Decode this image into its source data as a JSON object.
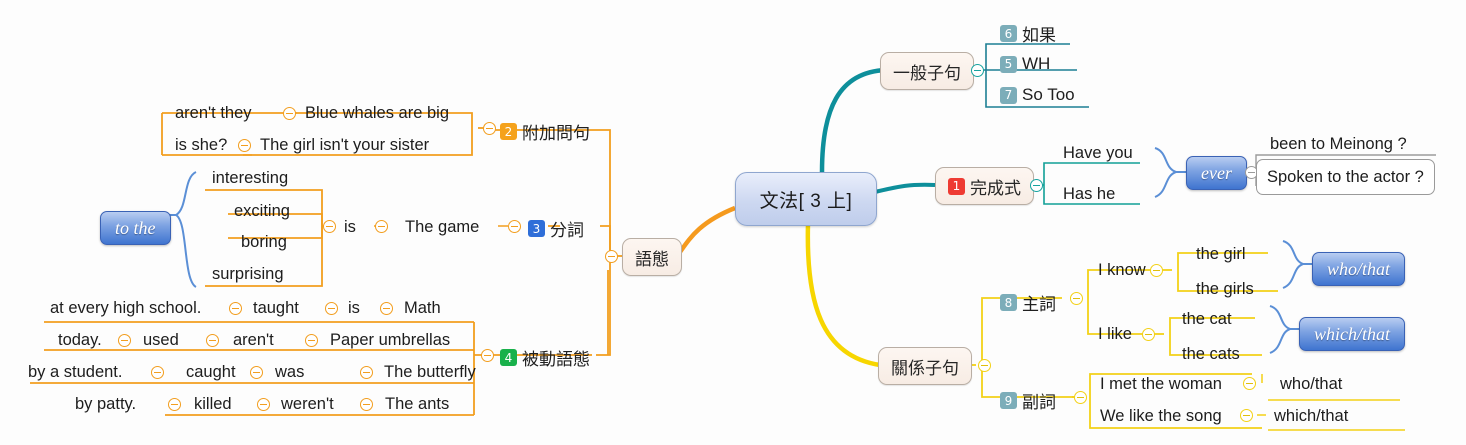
{
  "central": {
    "label": "文法[ 3 上]"
  },
  "colors": {
    "branch_teal": "#0e8f9b",
    "branch_orange": "#f59a1e",
    "branch_yellow": "#f7d600",
    "badge_red": "#ee3b33",
    "badge_orange": "#f5a21c",
    "badge_blue": "#2f6ed8",
    "badge_green": "#19b14b",
    "badge_teal": "#7cadb9",
    "pill_blue": "#3f74d0",
    "brace_blue": "#5b8fd6",
    "node_beige": "#f7ece4"
  },
  "branches": {
    "general_clause": {
      "label": "一般子句",
      "children": [
        {
          "num": "6",
          "label": "如果"
        },
        {
          "num": "5",
          "label": "WH"
        },
        {
          "num": "7",
          "label": "So Too"
        }
      ]
    },
    "perfect": {
      "num": "1",
      "label": "完成式",
      "subjects": [
        "Have you",
        "Has he"
      ],
      "connector": "ever",
      "predicates": [
        "been to Meinong ?",
        "Spoken to the actor ?"
      ]
    },
    "relative_clause": {
      "label": "關係子句",
      "subject": {
        "num": "8",
        "label": "主詞",
        "groups": [
          {
            "lead": "I know",
            "nouns": [
              "the girl",
              "the girls"
            ],
            "pronoun": "who/that"
          },
          {
            "lead": "I like",
            "nouns": [
              "the cat",
              "the cats"
            ],
            "pronoun": "which/that"
          }
        ]
      },
      "adverb": {
        "num": "9",
        "label": "副詞",
        "rows": [
          {
            "clause": "I met the woman",
            "pronoun": "who/that"
          },
          {
            "clause": "We like the song",
            "pronoun": "which/that"
          }
        ]
      }
    },
    "voice": {
      "label": "語態",
      "tag_question": {
        "num": "2",
        "label": "附加問句",
        "rows": [
          {
            "statement": "Blue whales are big",
            "tag": "aren't they"
          },
          {
            "statement": "The girl isn't your sister",
            "tag": "is she?"
          }
        ]
      },
      "participle": {
        "num": "3",
        "label": "分詞",
        "subject": "The game",
        "verb": "is",
        "adjectives": [
          "interesting",
          "exciting",
          "boring",
          "surprising"
        ],
        "connector": "to the"
      },
      "passive": {
        "num": "4",
        "label": "被動語態",
        "rows": [
          {
            "subject": "Math",
            "be": "is",
            "participle": "taught",
            "tail": "at every high school."
          },
          {
            "subject": "Paper umbrellas",
            "be": "aren't",
            "participle": "used",
            "tail": "today."
          },
          {
            "subject": "The butterfly",
            "be": "was",
            "participle": "caught",
            "tail": "by a student."
          },
          {
            "subject": "The ants",
            "be": "weren't",
            "participle": "killed",
            "tail": "by patty."
          }
        ]
      }
    }
  }
}
